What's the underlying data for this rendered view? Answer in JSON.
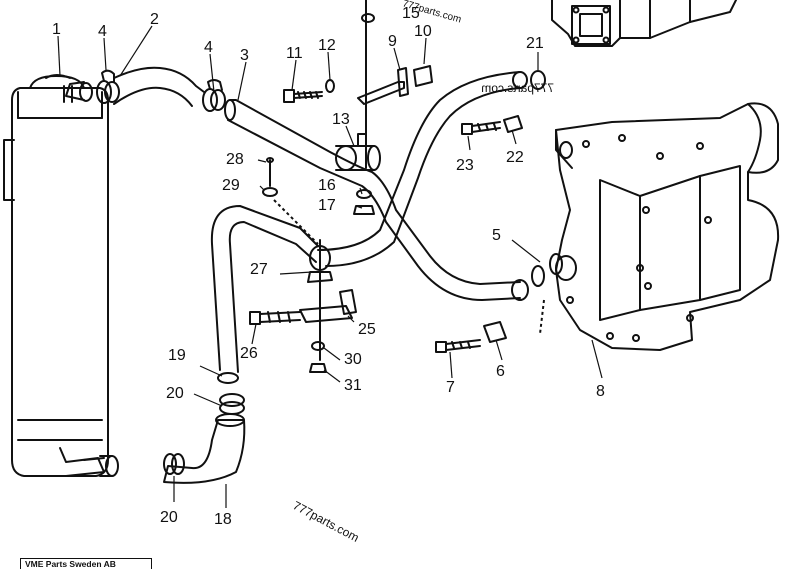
{
  "footer": "VME Parts Sweden AB",
  "watermarks": [
    "777parts.com",
    "777parts.com",
    "777parts.com"
  ],
  "callouts": [
    {
      "id": "1",
      "label": "1"
    },
    {
      "id": "2",
      "label": "2"
    },
    {
      "id": "3",
      "label": "3"
    },
    {
      "id": "4a",
      "label": "4"
    },
    {
      "id": "4b",
      "label": "4"
    },
    {
      "id": "5",
      "label": "5"
    },
    {
      "id": "6",
      "label": "6"
    },
    {
      "id": "7",
      "label": "7"
    },
    {
      "id": "8",
      "label": "8"
    },
    {
      "id": "9",
      "label": "9"
    },
    {
      "id": "10",
      "label": "10"
    },
    {
      "id": "11",
      "label": "11"
    },
    {
      "id": "12",
      "label": "12"
    },
    {
      "id": "13",
      "label": "13"
    },
    {
      "id": "15",
      "label": "15"
    },
    {
      "id": "16",
      "label": "16"
    },
    {
      "id": "17",
      "label": "17"
    },
    {
      "id": "18",
      "label": "18"
    },
    {
      "id": "19",
      "label": "19"
    },
    {
      "id": "20a",
      "label": "20"
    },
    {
      "id": "20b",
      "label": "20"
    },
    {
      "id": "21",
      "label": "21"
    },
    {
      "id": "22",
      "label": "22"
    },
    {
      "id": "23",
      "label": "23"
    },
    {
      "id": "25",
      "label": "25"
    },
    {
      "id": "26",
      "label": "26"
    },
    {
      "id": "27",
      "label": "27"
    },
    {
      "id": "28",
      "label": "28"
    },
    {
      "id": "29",
      "label": "29"
    },
    {
      "id": "30",
      "label": "30"
    },
    {
      "id": "31",
      "label": "31"
    }
  ]
}
